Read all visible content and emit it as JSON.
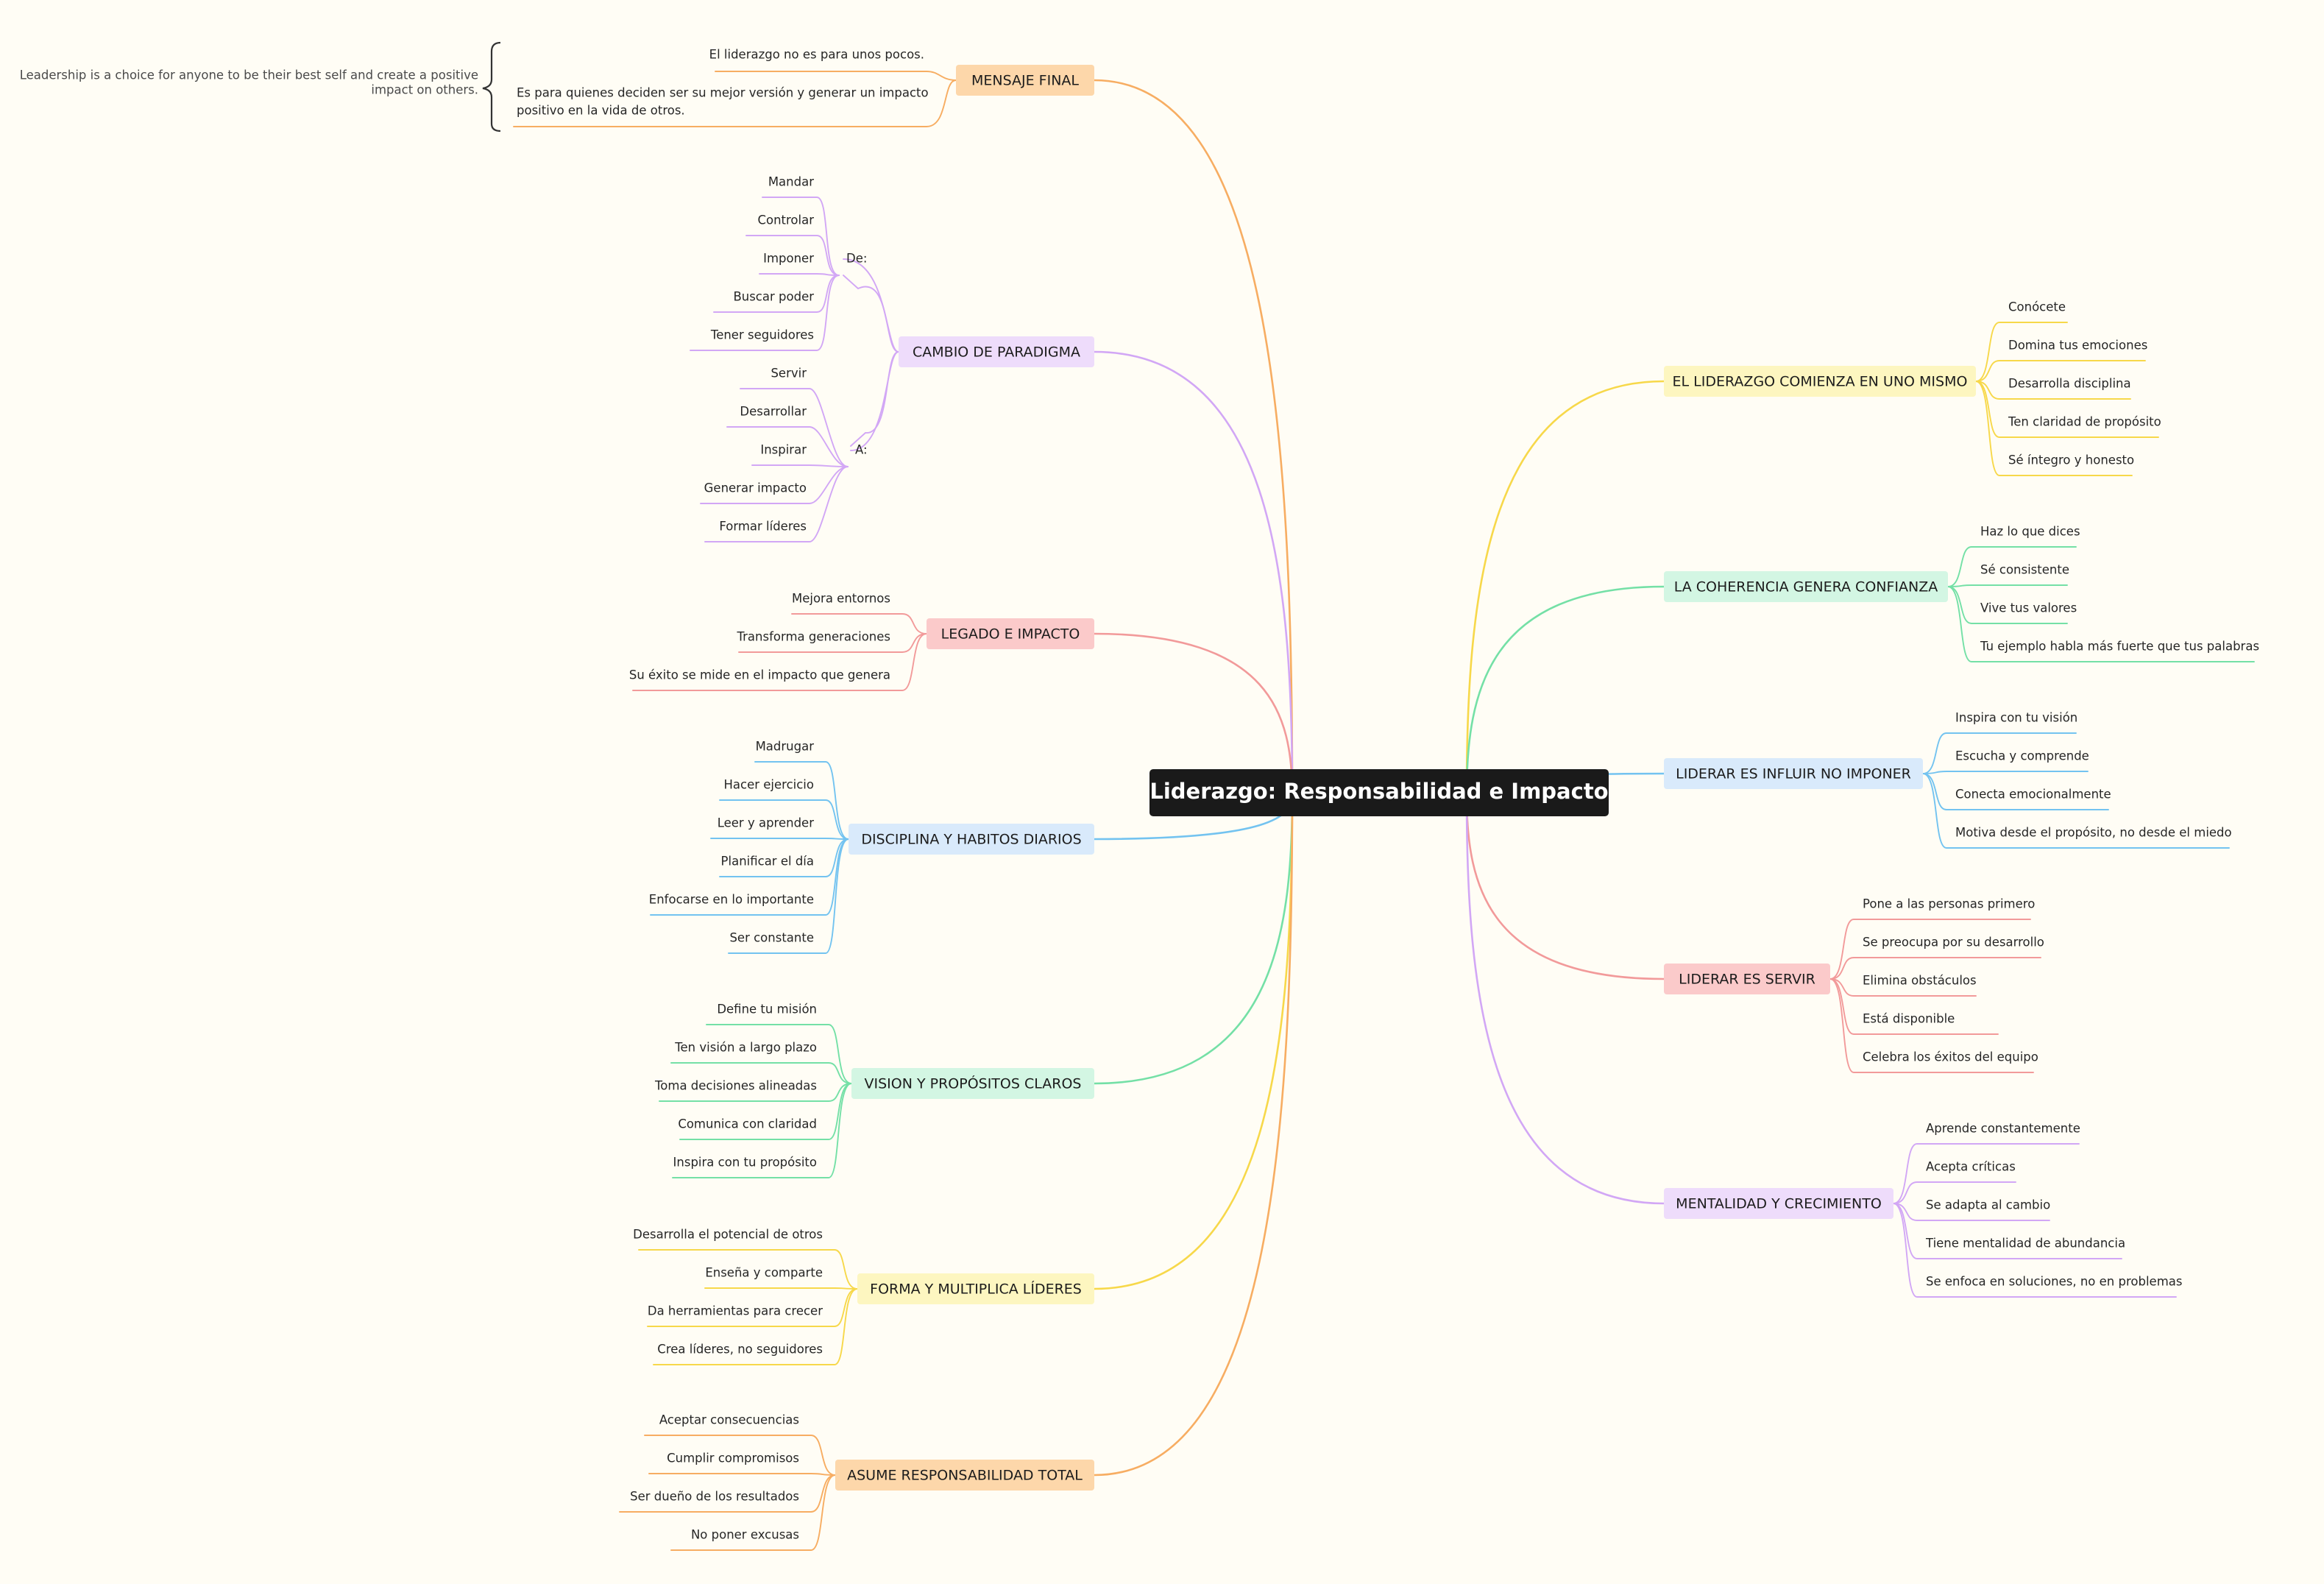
{
  "root": {
    "label": "Liderazgo: Responsabilidad e Impacto"
  },
  "palette": {
    "root_bg": "#1a1a1a",
    "background": "#fffdf5",
    "orange": {
      "line": "#f7ad62",
      "fill": "#fdd7aa"
    },
    "purple": {
      "line": "#d2a7f5",
      "fill": "#eedcfb"
    },
    "red": {
      "line": "#f29a9a",
      "fill": "#fbcaca"
    },
    "blue": {
      "line": "#73c3f0",
      "fill": "#d9eafb"
    },
    "green": {
      "line": "#74e0a6",
      "fill": "#d3f6e3"
    },
    "yellow": {
      "line": "#f7d84a",
      "fill": "#fdf6c0"
    }
  },
  "left_topics": [
    {
      "label": "MENSAJE FINAL",
      "color": "orange",
      "children": [
        {
          "label": "El liderazgo no es para unos pocos."
        },
        {
          "label": "Es para quienes deciden ser su mejor versión y generar un impacto",
          "label_line2": "positivo en la vida de otros."
        }
      ],
      "note": {
        "line1": "Leadership is a choice for anyone to be their best self and create a positive",
        "line2": "impact on others."
      }
    },
    {
      "label": "CAMBIO DE PARADIGMA",
      "color": "purple",
      "groups": [
        {
          "label": "De:",
          "children": [
            "Mandar",
            "Controlar",
            "Imponer",
            "Buscar poder",
            "Tener seguidores"
          ]
        },
        {
          "label": "A:",
          "children": [
            "Servir",
            "Desarrollar",
            "Inspirar",
            "Generar impacto",
            "Formar líderes"
          ]
        }
      ]
    },
    {
      "label": "LEGADO E IMPACTO",
      "color": "red",
      "children": [
        "Mejora entornos",
        "Transforma generaciones",
        "Su éxito se mide en el impacto que genera"
      ]
    },
    {
      "label": "DISCIPLINA Y HABITOS DIARIOS",
      "color": "blue",
      "children": [
        "Madrugar",
        "Hacer ejercicio",
        "Leer y aprender",
        "Planificar el día",
        "Enfocarse en lo importante",
        "Ser constante"
      ]
    },
    {
      "label": "VISION Y PROPÓSITOS CLAROS",
      "color": "green",
      "children": [
        "Define tu misión",
        "Ten visión a largo plazo",
        "Toma decisiones alineadas",
        "Comunica con claridad",
        "Inspira con tu propósito"
      ]
    },
    {
      "label": "FORMA Y MULTIPLICA LÍDERES",
      "color": "yellow",
      "children": [
        "Desarrolla el potencial de otros",
        "Enseña y comparte",
        "Da herramientas para crecer",
        "Crea líderes, no seguidores"
      ]
    },
    {
      "label": "ASUME RESPONSABILIDAD TOTAL",
      "color": "orange",
      "children": [
        "Aceptar consecuencias",
        "Cumplir compromisos",
        "Ser dueño de los resultados",
        "No poner excusas"
      ]
    }
  ],
  "right_topics": [
    {
      "label": "EL LIDERAZGO COMIENZA EN UNO MISMO",
      "color": "yellow",
      "children": [
        "Conócete",
        "Domina tus emociones",
        "Desarrolla disciplina",
        "Ten claridad de propósito",
        "Sé íntegro y honesto"
      ]
    },
    {
      "label": "LA COHERENCIA GENERA CONFIANZA",
      "color": "green",
      "children": [
        "Haz lo que dices",
        "Sé consistente",
        "Vive tus valores",
        "Tu ejemplo habla más fuerte que tus palabras"
      ]
    },
    {
      "label": "LIDERAR ES INFLUIR NO IMPONER",
      "color": "blue",
      "children": [
        "Inspira con tu visión",
        "Escucha y comprende",
        "Conecta emocionalmente",
        "Motiva desde el propósito, no desde el miedo"
      ]
    },
    {
      "label": "LIDERAR ES SERVIR",
      "color": "red",
      "children": [
        "Pone a las personas primero",
        "Se preocupa por su desarrollo",
        "Elimina obstáculos",
        "Está disponible",
        "Celebra los éxitos del equipo"
      ]
    },
    {
      "label": "MENTALIDAD Y CRECIMIENTO",
      "color": "purple",
      "children": [
        "Aprende constantemente",
        "Acepta críticas",
        "Se adapta al cambio",
        "Tiene mentalidad de abundancia",
        "Se enfoca en soluciones, no en problemas"
      ]
    }
  ]
}
